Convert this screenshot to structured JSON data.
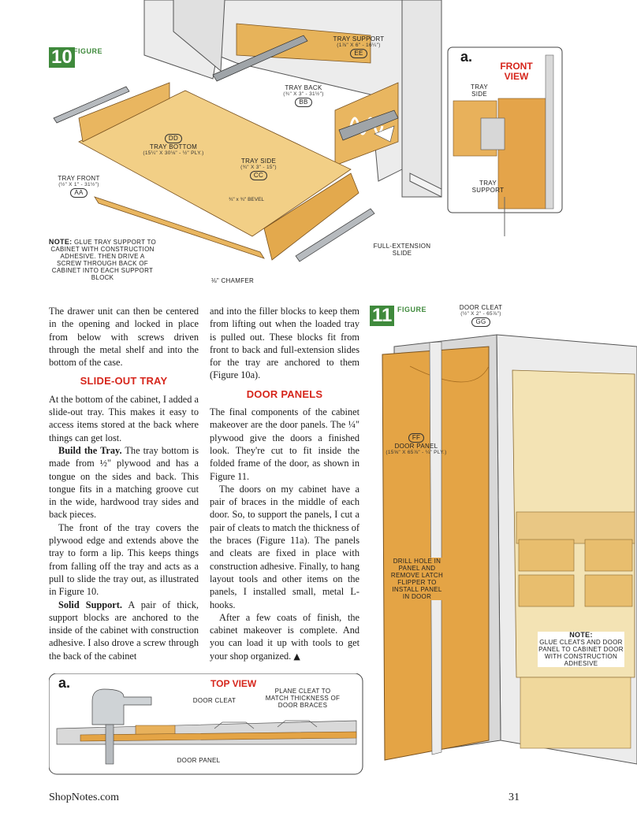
{
  "figure10": {
    "number": "10",
    "word": "FIGURE",
    "labels": {
      "tray_support": "TRAY SUPPORT",
      "tray_support_dim": "(1⅞\" x 6\" - 16¼\")",
      "tray_support_tag": "EE",
      "tray_back": "TRAY BACK",
      "tray_back_dim": "(¾\" x 3\" - 31½\")",
      "tray_back_tag": "BB",
      "tray_bottom_tag": "DD",
      "tray_bottom": "TRAY BOTTOM",
      "tray_bottom_dim": "(15¼\" x 30⅛\" - ½\" Ply.)",
      "tray_side": "TRAY SIDE",
      "tray_side_dim": "(¾\" x 3\" - 15\")",
      "tray_side_tag": "CC",
      "tray_front": "TRAY FRONT",
      "tray_front_dim": "(½\" x 1\" - 31½\")",
      "tray_front_tag": "AA",
      "bevel": "¾\" x ¾\" BEVEL",
      "slide": "FULL-EXTENSION SLIDE",
      "chamfer": "⅛\" CHAMFER",
      "note_title": "NOTE:",
      "note_body": "GLUE TRAY SUPPORT TO CABINET WITH CONSTRUCTION ADHESIVE. THEN DRIVE A SCREW THROUGH BACK OF CABINET INTO EACH SUPPORT BLOCK"
    },
    "inset": {
      "letter": "a.",
      "title_line1": "FRONT",
      "title_line2": "VIEW",
      "tray_side": "TRAY SIDE",
      "tray_support": "TRAY SUPPORT"
    }
  },
  "body": {
    "col1_p1": "The drawer unit can then be centered in the opening and locked in place from below with screws driven through the metal shelf and into the bottom of the case.",
    "head1": "SLIDE-OUT TRAY",
    "col1_p2": "At the bottom of the cabinet, I added a slide-out tray. This makes it easy to access items stored at the back where things can get lost.",
    "col1_p3_lead": "Build the Tray.",
    "col1_p3": " The tray bottom is made from ½\" plywood and has a tongue on the sides and back. This tongue fits in a matching groove cut in the wide, hardwood tray sides and back pieces.",
    "col1_p4": "The front of the tray covers the plywood edge and extends above the tray to form a lip. This keeps things from falling off the tray and acts as a pull to slide the tray out, as illustrated in Figure 10.",
    "col1_p5_lead": "Solid Support.",
    "col1_p5": " A pair of thick, support blocks are anchored to the inside of the cabinet with construction adhesive. I also drove a screw through the back of the cabinet",
    "col2_p1": "and into the filler blocks to keep them from lifting out when the loaded tray is pulled out. These blocks fit from front to back and full-extension slides for the tray are anchored to them (Figure 10a).",
    "head2": "DOOR PANELS",
    "col2_p2": "The final components of the cabinet makeover are the door panels. The ¼\" plywood give the doors a finished look. They're cut to fit inside the folded frame of the door, as shown in Figure 11.",
    "col2_p3": "The doors on my cabinet have a pair of braces in the middle of each door. So, to support the panels, I cut a pair of cleats to match the thickness of the braces (Figure 11a). The panels and cleats are fixed in place with construction adhesive. Finally, to hang layout tools and other items on the panels, I installed small, metal L-hooks.",
    "col2_p4": "After a few coats of finish, the cabinet makeover is complete. And you can load it up with tools to get your shop organized."
  },
  "figure11": {
    "number": "11",
    "word": "FIGURE",
    "door_cleat": "DOOR CLEAT",
    "door_cleat_dim": "(½\" x 2\" - 65⅞\")",
    "door_cleat_tag": "GG",
    "door_panel_tag": "FF",
    "door_panel": "DOOR PANEL",
    "door_panel_dim": "(15⅝\" x 65⅞\" - ¼\" Ply.)",
    "drill_note": "DRILL HOLE IN PANEL AND REMOVE LATCH FLIPPER TO INSTALL PANEL IN DOOR",
    "note_title": "NOTE:",
    "note_body": "GLUE CLEATS AND DOOR PANEL TO CABINET DOOR WITH CONSTRUCTION ADHESIVE"
  },
  "topview": {
    "letter": "a.",
    "title": "TOP VIEW",
    "door_cleat": "DOOR CLEAT",
    "plane_note": "PLANE CLEAT TO MATCH THICKNESS OF DOOR BRACES",
    "door_panel": "DOOR PANEL"
  },
  "footer": {
    "site": "ShopNotes.com",
    "page": "31"
  }
}
